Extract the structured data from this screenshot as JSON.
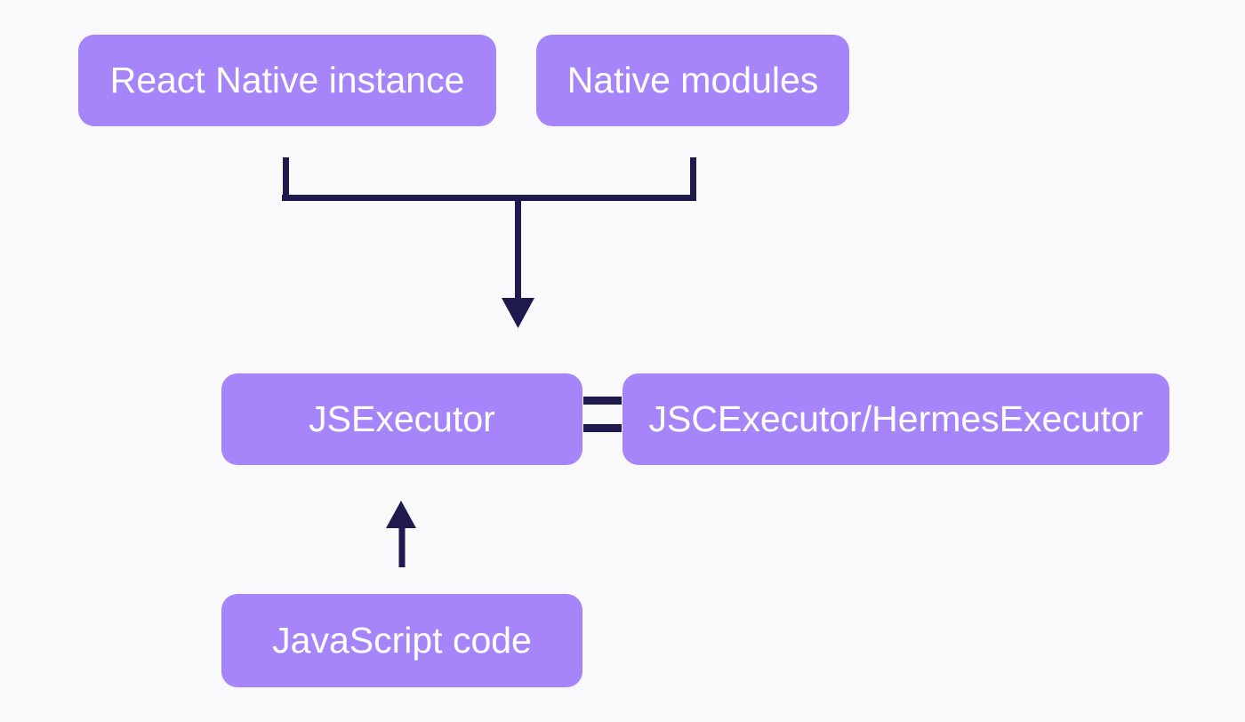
{
  "diagram": {
    "nodes": {
      "react_native_instance": {
        "label": "React Native instance"
      },
      "native_modules": {
        "label": "Native modules"
      },
      "js_executor": {
        "label": "JSExecutor"
      },
      "jsc_hermes_executor": {
        "label": "JSCExecutor/HermesExecutor"
      },
      "javascript_code": {
        "label": "JavaScript code"
      }
    },
    "edges": [
      {
        "from": "React Native instance",
        "to": "JSExecutor",
        "type": "merged-bracket-arrow-down"
      },
      {
        "from": "Native modules",
        "to": "JSExecutor",
        "type": "merged-bracket-arrow-down"
      },
      {
        "from": "JSExecutor",
        "to": "JSCExecutor/HermesExecutor",
        "type": "double-line"
      },
      {
        "from": "JavaScript code",
        "to": "JSExecutor",
        "type": "arrow-up"
      }
    ]
  },
  "colors": {
    "node_fill": "#a685fa",
    "node_text": "#ffffff",
    "connector": "#1e1a4e",
    "background": "#f9f9fc"
  }
}
